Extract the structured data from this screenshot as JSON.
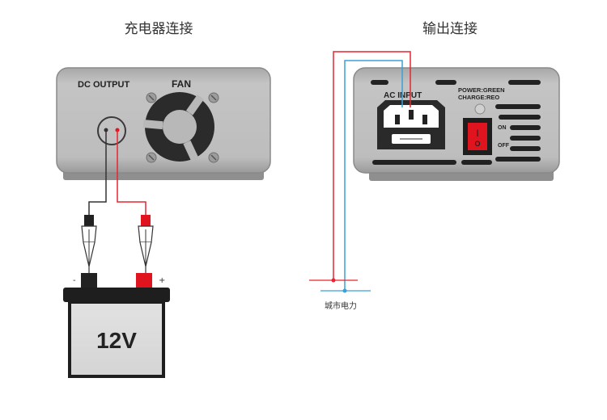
{
  "titles": {
    "charger_connection": "充电器连接",
    "output_connection": "输出连接"
  },
  "left_panel": {
    "dc_output_label": "DC OUTPUT",
    "fan_label": "FAN"
  },
  "battery": {
    "voltage_label": "12V",
    "negative_sign": "-",
    "positive_sign": "+"
  },
  "right_panel": {
    "ac_input_label": "AC INPUT",
    "power_indicator_label": "POWER:GREEN",
    "charge_indicator_label": "CHARGE:REO",
    "switch_on_label": "ON",
    "switch_off_label": "OFF",
    "switch_on_mark": "|",
    "switch_off_mark": "O"
  },
  "mains": {
    "label": "城市电力"
  },
  "colors": {
    "positive_wire": "#e8252f",
    "negative_wire": "#333333",
    "live_wire": "#e8252f",
    "neutral_wire": "#3aa0d8",
    "panel_fill": "#b8b8b8",
    "terminal_red": "#e0141e"
  }
}
